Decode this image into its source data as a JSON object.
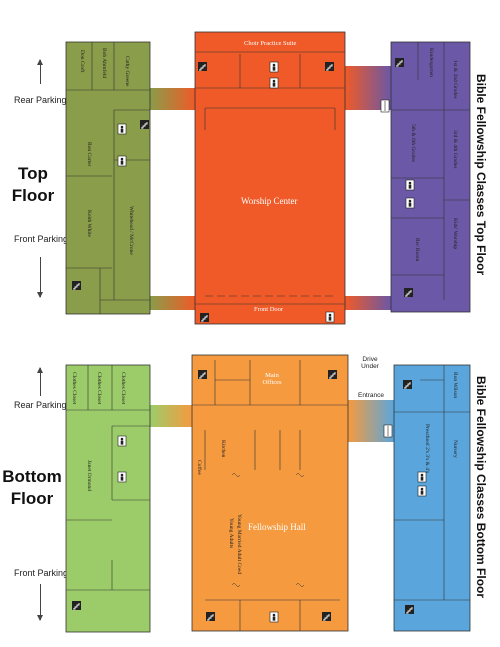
{
  "colors": {
    "top_floor_left_wing": "#8a9d4a",
    "top_floor_center": "#ef5a28",
    "top_floor_right_wing": "#6b58a6",
    "bottom_floor_left_wing": "#9ccc6a",
    "bottom_floor_center": "#f59a3f",
    "bottom_floor_right_wing": "#5aa6dc",
    "walls": "#333333"
  },
  "top_floor": {
    "title": "Top Floor",
    "side_title": "Bible Fellowship Classes  Top Floor",
    "rear_parking": "Rear Parking",
    "front_parking": "Front Parking",
    "rooms": {
      "choir_practice_suite": "Choir Practice Suite",
      "worship_center": "Worship Center",
      "front_door": "Front Door",
      "don_croft": "Don Croft",
      "bob_ahrnfeld": "Bob Ahrnfeld",
      "cathy_greene": "Cathy Greene",
      "ron_carter": "Ron Carter",
      "keith_white": "Keith White",
      "whitehead_mccrone": "Whitehead / McCrone",
      "kindergarten": "Kindergarten",
      "first_second_grades": "1st & 2nd Grades",
      "third_fourth_grades": "3rd & 4th Grades",
      "fifth_sixth_grades": "5th & 6th Grades",
      "kids_worship": "Kids' Worship",
      "rec_room": "Rec Room"
    }
  },
  "bottom_floor": {
    "title_line1": "Bottom",
    "title_line2": "Floor",
    "side_title": "Bible Fellowship Classes  Bottom Floor",
    "rear_parking": "Rear Parking",
    "front_parking": "Front Parking",
    "drive_under": "Drive Under",
    "entrance": "Entrance",
    "rooms": {
      "main_offices": "Main Offices",
      "fellowship_hall": "Fellowship Hall",
      "clothes_closet_1": "Clothes Closet",
      "clothes_closet_2": "Clothes Closet",
      "clothes_closet_3": "Clothes Closet",
      "janet_ormond": "Janet Ormond",
      "coffee": "Coffee",
      "kitchen": "Kitchen",
      "young_adults": "Young Adults",
      "young_married_adult_coed": "Young Married Adult Coed",
      "ron_wilson": "Ron Wilson",
      "preschool": "Preschool 2's 3's & 4's",
      "nursery": "Nursery"
    }
  }
}
